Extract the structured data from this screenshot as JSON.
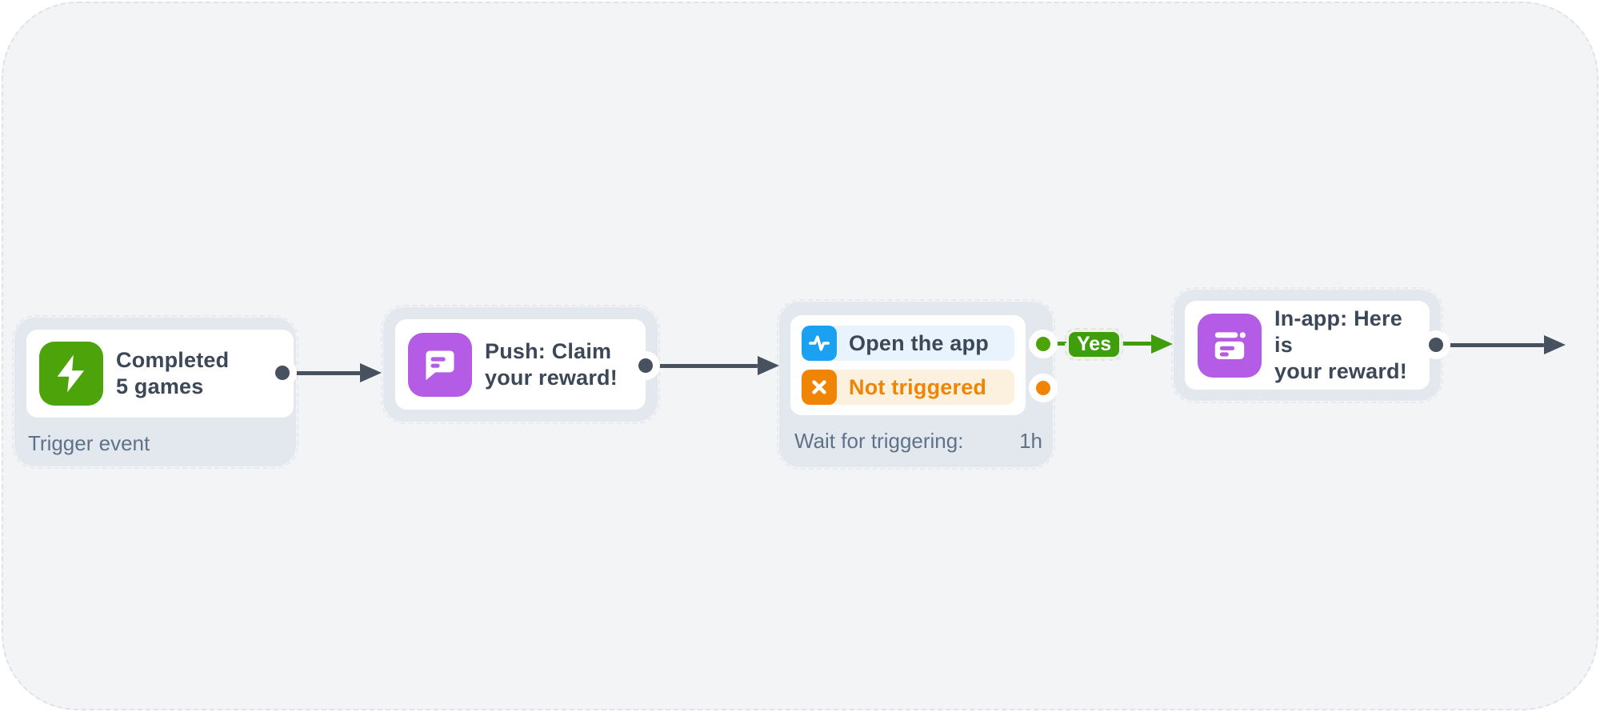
{
  "canvas": {
    "type": "journey-flow-editor"
  },
  "nodes": {
    "trigger": {
      "title": "Completed\n5 games",
      "footer": "Trigger event",
      "icon": "lightning-icon",
      "icon_color": "#4DA40A"
    },
    "push": {
      "title": "Push: Claim\nyour reward!",
      "icon": "chat-message-icon",
      "icon_color": "#B45CE6"
    },
    "wait": {
      "rows": [
        {
          "label": "Open the app",
          "icon": "activity-pulse-icon",
          "icon_color": "#1AA1F2",
          "row_bg": "#E9F3FD",
          "text_color": "#3C4858"
        },
        {
          "label": "Not triggered",
          "icon": "x-icon",
          "icon_color": "#F08505",
          "row_bg": "#FCF1DE",
          "text_color": "#F08505"
        }
      ],
      "footer_label": "Wait for triggering:",
      "footer_value": "1h"
    },
    "inapp": {
      "title": "In-app: Here is\nyour reward!",
      "icon": "inapp-banner-icon",
      "icon_color": "#B45CE6"
    }
  },
  "connector": {
    "yes_label": "Yes"
  },
  "colors": {
    "canvas_bg": "#F3F4F6",
    "node_container": "#E3E8EE",
    "card_bg": "#FFFFFF",
    "dark_slate": "#47515F",
    "title_text": "#3C4858",
    "muted_label": "#5E7389",
    "green": "#4DA40A",
    "green_edge": "#3F9E0C",
    "purple": "#B45CE6",
    "blue": "#1AA1F2",
    "blue_row_bg": "#E9F3FD",
    "orange": "#F08505",
    "orange_row_bg": "#FCF1DE"
  }
}
